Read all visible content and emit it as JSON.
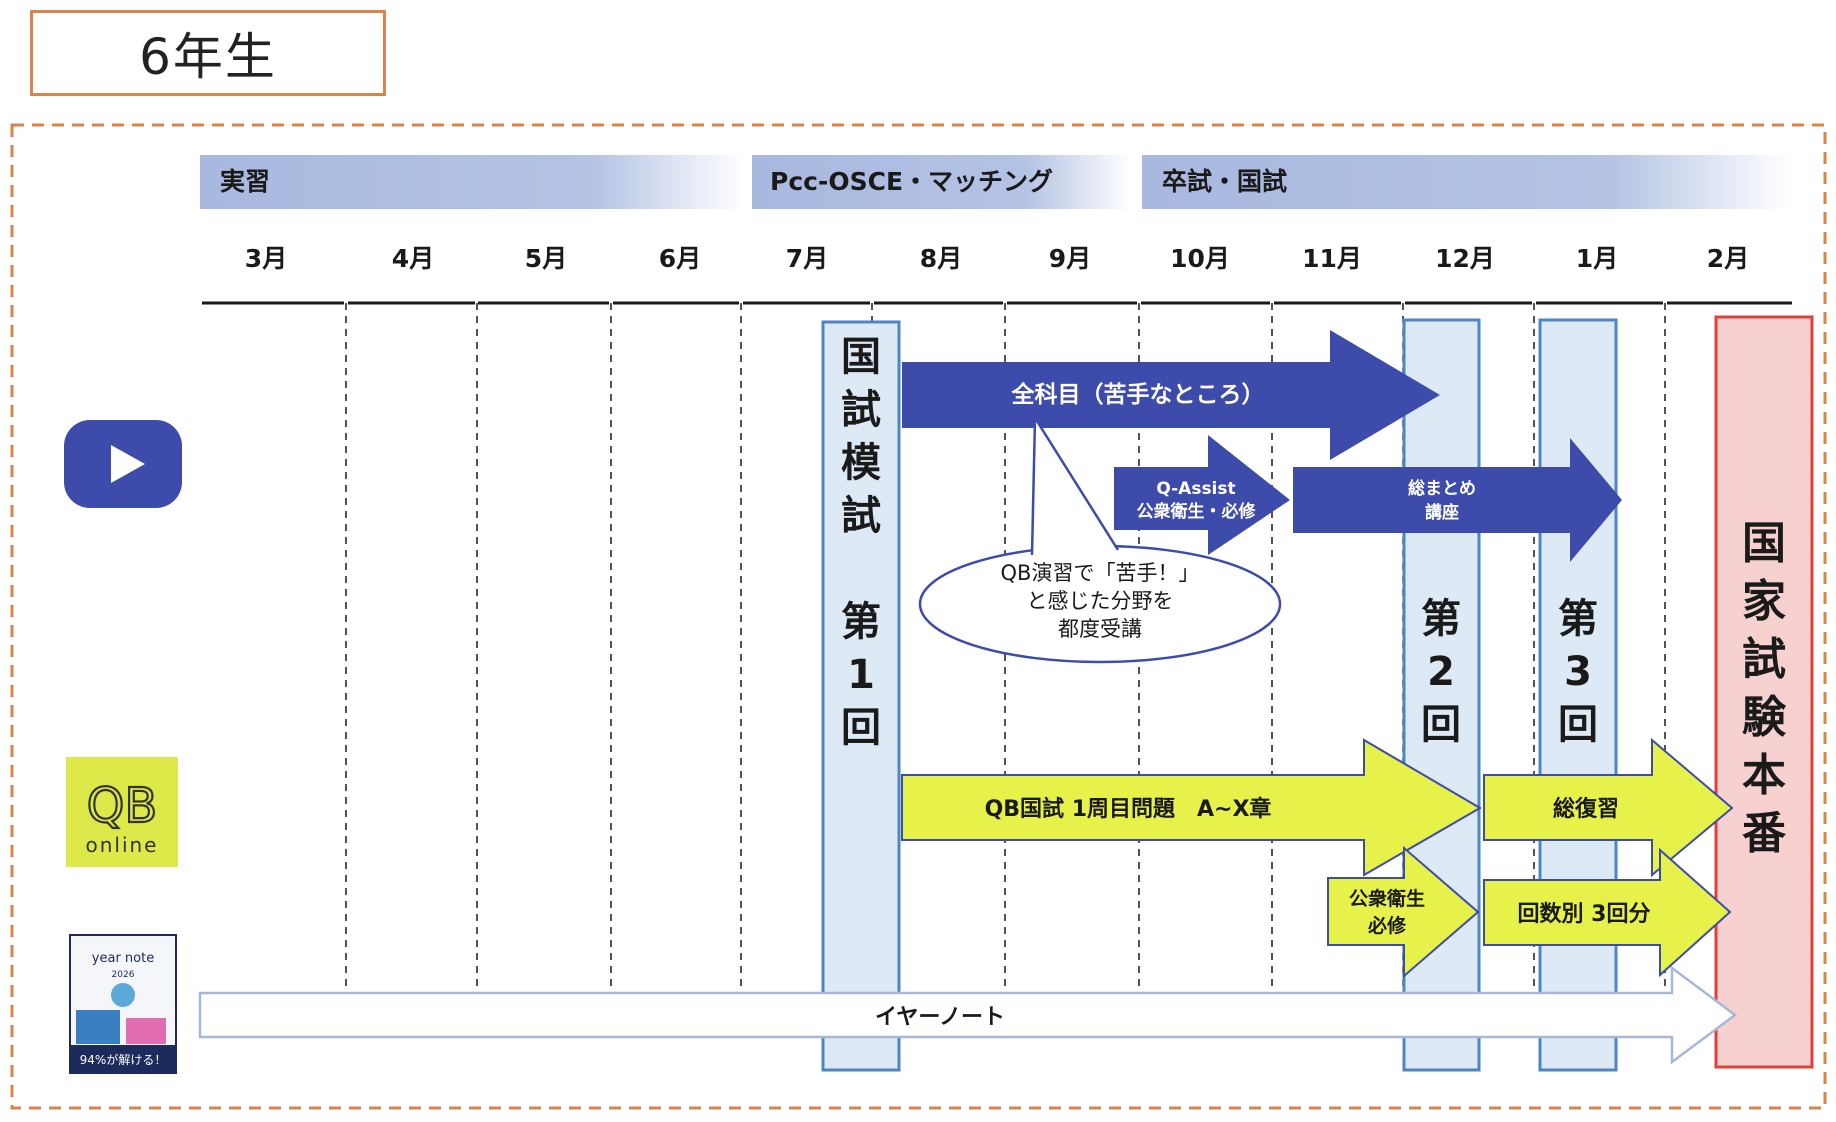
{
  "page_title": "6年生",
  "phases": [
    {
      "label": "実習"
    },
    {
      "label": "Pcc-OSCE・マッチング"
    },
    {
      "label": "卒試・国試"
    }
  ],
  "months": [
    "3月",
    "4月",
    "5月",
    "6月",
    "7月",
    "8月",
    "9月",
    "10月",
    "11月",
    "12月",
    "1月",
    "2月"
  ],
  "mock_exams": [
    {
      "chars": [
        "国",
        "試",
        "模",
        "試",
        "",
        "第",
        "1",
        "回"
      ]
    },
    {
      "chars": [
        "第",
        "2",
        "回"
      ]
    },
    {
      "chars": [
        "第",
        "3",
        "回"
      ]
    }
  ],
  "national_exam": {
    "chars": [
      "国",
      "家",
      "試",
      "験",
      "本",
      "番"
    ]
  },
  "arrows": {
    "all_subjects": "全科目（苦手なところ）",
    "q_assist": [
      "Q-Assist",
      "公衆衛生・必修"
    ],
    "summary_course": [
      "総まとめ",
      "講座"
    ],
    "qb_first_round": "QB国試 1周目問題　A~X章",
    "public_health": [
      "公衆衛生",
      "必修"
    ],
    "total_review": "総復習",
    "by_session": "回数別 3回分",
    "year_note": "イヤーノート"
  },
  "callout": [
    "QB演習で「苦手！」",
    "と感じた分野を",
    "都度受講"
  ],
  "icons": {
    "video": "video-play-icon",
    "qb": "qb-online-logo",
    "book": "year-note-book-icon"
  },
  "qb_logo": {
    "top": "QB",
    "bottom": "online"
  },
  "book": {
    "title": "year note",
    "year": "2026",
    "tagline": "94%が解ける！"
  },
  "colors": {
    "orange": "#d9844a",
    "blue_arrow": "#3d4bab",
    "yellow_arrow": "#e6f14a",
    "mock_fill": "#dde9f5",
    "mock_border": "#4e86c4",
    "exam_fill": "#f7d0d0",
    "exam_border": "#e0403a",
    "phase_bar": "#a8b8df"
  }
}
